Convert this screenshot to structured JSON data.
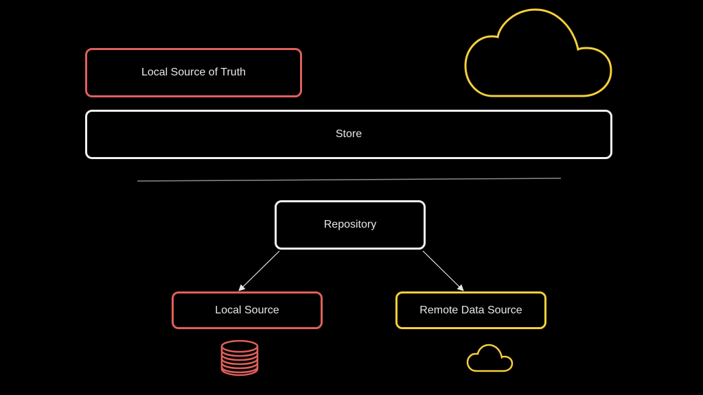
{
  "diagram": {
    "nodes": {
      "local_source_of_truth": "Local Source of Truth",
      "store": "Store",
      "repository": "Repository",
      "local_source": "Local Source",
      "remote_data_source": "Remote Data Source"
    },
    "edges": [
      {
        "from": "Repository",
        "to": "Local Source"
      },
      {
        "from": "Repository",
        "to": "Remote Data Source"
      }
    ],
    "icons": {
      "top_right": "cloud-icon",
      "under_local_source": "database-icon",
      "under_remote_source": "cloud-icon"
    },
    "colors": {
      "background": "#000000",
      "local": "#e0605c",
      "remote": "#f5d03b",
      "neutral": "#f2f2f2",
      "divider": "#8a8a8a"
    }
  }
}
